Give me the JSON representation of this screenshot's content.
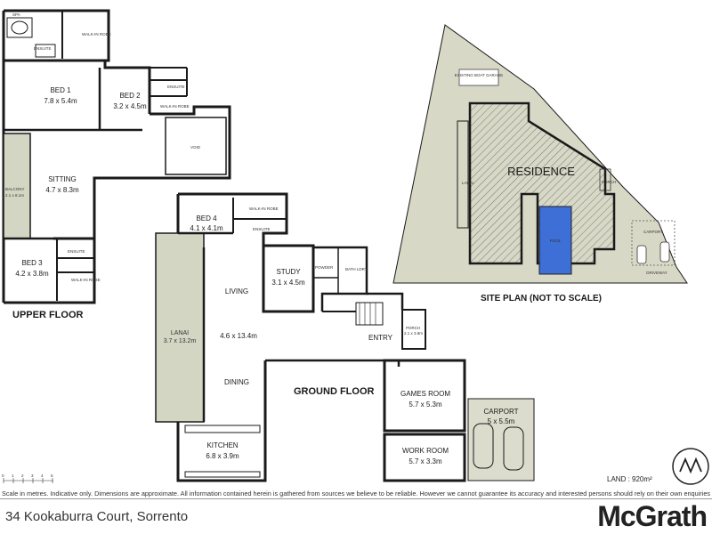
{
  "upper_floor": {
    "heading": "UPPER FLOOR",
    "rooms": {
      "spa": "SPA",
      "ensuite_top": "ENSUITE",
      "walk_in_robe_top": "WALK-IN ROBE",
      "bed1": {
        "name": "BED 1",
        "size": "7.8 x 5.4m"
      },
      "bed2": {
        "name": "BED 2",
        "size": "3.2 x 4.5m"
      },
      "ensuite_bed2": "ENSUITE",
      "walk_in_robe_bed2": "WALK-IN ROBE",
      "void": "VOID",
      "sitting": {
        "name": "SITTING",
        "size": "4.7 x 8.3m"
      },
      "balcony": {
        "name": "BALCONY",
        "size": "2.1 x 8.1m"
      },
      "bed3": {
        "name": "BED 3",
        "size": "4.2 x 3.8m"
      },
      "ensuite_bed3": "ENSUITE",
      "walk_in_robe_bed3": "WALK-IN ROBE"
    }
  },
  "ground_floor": {
    "heading": "GROUND FLOOR",
    "rooms": {
      "bed4": {
        "name": "BED 4",
        "size": "4.1 x 4.1m"
      },
      "walk_in_robe_bed4": "WALK-IN ROBE",
      "ensuite_bed4": "ENSUITE",
      "study": {
        "name": "STUDY",
        "size": "3.1 x 4.5m"
      },
      "powder": "POWDER",
      "bath_ldry": "BATH LDRY",
      "living": "LIVING",
      "living_size": "4.6 x 13.4m",
      "dining": "DINING",
      "lanai": {
        "name": "LANAI",
        "size": "3.7 x 13.2m"
      },
      "kitchen": {
        "name": "KITCHEN",
        "size": "6.8 x 3.9m"
      },
      "entry": "ENTRY",
      "porch": {
        "name": "PORCH",
        "size": "2.1 x 3.8m"
      },
      "games_room": {
        "name": "GAMES ROOM",
        "size": "5.7 x 5.3m"
      },
      "work_room": {
        "name": "WORK ROOM",
        "size": "5.7 x 3.3m"
      },
      "carport": {
        "name": "CARPORT",
        "size": "5 x 5.5m"
      }
    }
  },
  "site_plan": {
    "heading": "SITE PLAN (NOT TO SCALE)",
    "residence": "RESIDENCE",
    "existing_boat_garage": "EXISTING BOAT GARAGE",
    "lanai": "LANAI",
    "pool": "POOL",
    "carport": "CARPORT",
    "porch": "PORCH",
    "driveway": "DRIVEWAY"
  },
  "land": "LAND : 920m²",
  "scale_ticks": [
    "0",
    "1",
    "2",
    "3",
    "4",
    "5"
  ],
  "disclaimer": "Scale in metres. Indicative only. Dimensions are approximate. All information contained herein is gathered from sources we believe to be reliable. However we cannot guarantee its accuracy and interested persons should rely on their own enquiries",
  "footer": {
    "address": "34 Kookaburra Court, Sorrento",
    "brand": "McGrath"
  },
  "colors": {
    "wall": "#1a1a1a",
    "site_fill": "#d8d8c6",
    "lanai_fill": "#d4d6c4",
    "pool": "#3d6fd6"
  }
}
